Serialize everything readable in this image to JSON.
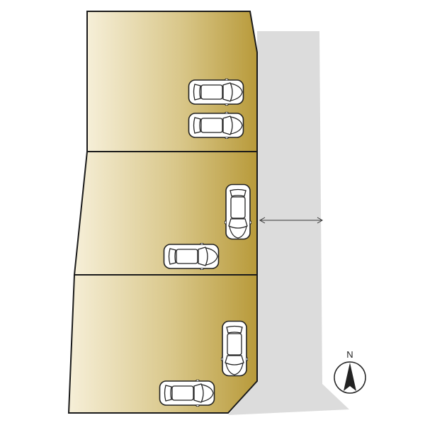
{
  "colors": {
    "lot_fill_dark": "#b89a3a",
    "lot_fill_light": "#f6efd8",
    "road_fill": "#dcdcdc",
    "outline": "#1a1a1a",
    "car_body": "#ffffff",
    "car_stroke": "#222222"
  },
  "compass": {
    "label": "N",
    "icon": "north-arrow-icon"
  },
  "diagram": {
    "lots": [
      {
        "id": "lot-1",
        "parking_spaces": 2
      },
      {
        "id": "lot-2",
        "parking_spaces": 2
      },
      {
        "id": "lot-3",
        "parking_spaces": 2
      }
    ],
    "road": {
      "name": ""
    }
  }
}
